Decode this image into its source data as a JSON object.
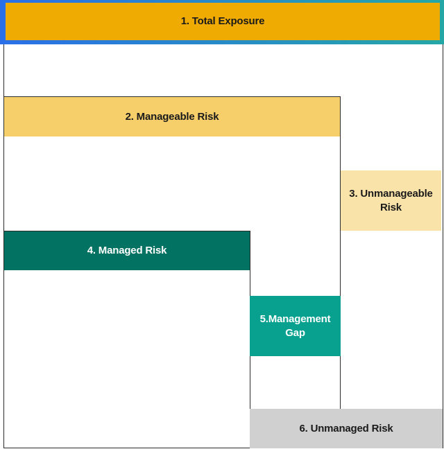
{
  "diagram": {
    "blocks": [
      {
        "key": "total_exposure",
        "label": "1. Total Exposure",
        "fill": "#efab02",
        "text_color": "#1a1a1a",
        "border_gradient": [
          "#2a6fe8",
          "#25a7a6"
        ]
      },
      {
        "key": "manageable_risk",
        "label": "2. Manageable Risk",
        "fill": "#f6ce6a",
        "text_color": "#1a1a1a"
      },
      {
        "key": "unmanageable_risk",
        "label": "3. Unmanageable\nRisk",
        "fill": "#fae3a8",
        "text_color": "#1a1a1a"
      },
      {
        "key": "managed_risk",
        "label": "4. Managed Risk",
        "fill": "#027263",
        "text_color": "#ffffff"
      },
      {
        "key": "management_gap",
        "label": "5.Management\nGap",
        "fill": "#08a08f",
        "text_color": "#ffffff"
      },
      {
        "key": "unmanaged_risk",
        "label": "6. Unmanaged Risk",
        "fill": "#d0d0d0",
        "text_color": "#1a1a1a"
      }
    ]
  }
}
